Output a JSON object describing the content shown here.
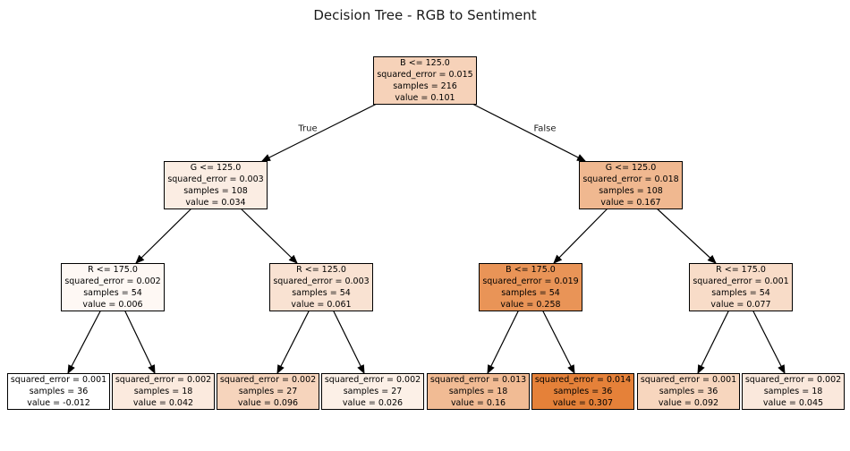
{
  "title": "Decision Tree - RGB to Sentiment",
  "edge_labels": {
    "left": "True",
    "right": "False"
  },
  "colors": {
    "arrow": "#000000",
    "node_border": "#000000",
    "background": "#ffffff",
    "max_value_fill": "#e58139",
    "min_value_fill": "#ffffff"
  },
  "nodes": {
    "root": {
      "label": "B <= 125.0\nsquared_error = 0.015\nsamples = 216\nvalue = 0.101",
      "fill": "#f6d2b9"
    },
    "l": {
      "label": "G <= 125.0\nsquared_error = 0.003\nsamples = 108\nvalue = 0.034",
      "fill": "#fbede3"
    },
    "r": {
      "label": "G <= 125.0\nsquared_error = 0.018\nsamples = 108\nvalue = 0.167",
      "fill": "#f0b890"
    },
    "ll": {
      "label": "R <= 175.0\nsquared_error = 0.002\nsamples = 54\nvalue = 0.006",
      "fill": "#fef8f4"
    },
    "lr": {
      "label": "R <= 125.0\nsquared_error = 0.003\nsamples = 54\nvalue = 0.061",
      "fill": "#f9e2d2"
    },
    "rl": {
      "label": "B <= 175.0\nsquared_error = 0.019\nsamples = 54\nvalue = 0.258",
      "fill": "#e99457"
    },
    "rr": {
      "label": "R <= 175.0\nsquared_error = 0.001\nsamples = 54\nvalue = 0.077",
      "fill": "#f8dcc8"
    },
    "leaf1": {
      "label": "squared_error = 0.001\nsamples = 36\nvalue = -0.012",
      "fill": "#ffffff"
    },
    "leaf2": {
      "label": "squared_error = 0.002\nsamples = 18\nvalue = 0.042",
      "fill": "#fbeade"
    },
    "leaf3": {
      "label": "squared_error = 0.002\nsamples = 27\nvalue = 0.096",
      "fill": "#f6d4bc"
    },
    "leaf4": {
      "label": "squared_error = 0.002\nsamples = 27\nvalue = 0.026",
      "fill": "#fcf0e7"
    },
    "leaf5": {
      "label": "squared_error = 0.013\nsamples = 18\nvalue = 0.16",
      "fill": "#f1bb94"
    },
    "leaf6": {
      "label": "squared_error = 0.014\nsamples = 36\nvalue = 0.307",
      "fill": "#e58139"
    },
    "leaf7": {
      "label": "squared_error = 0.001\nsamples = 36\nvalue = 0.092",
      "fill": "#f7d6be"
    },
    "leaf8": {
      "label": "squared_error = 0.002\nsamples = 18\nvalue = 0.045",
      "fill": "#fae8dc"
    }
  }
}
